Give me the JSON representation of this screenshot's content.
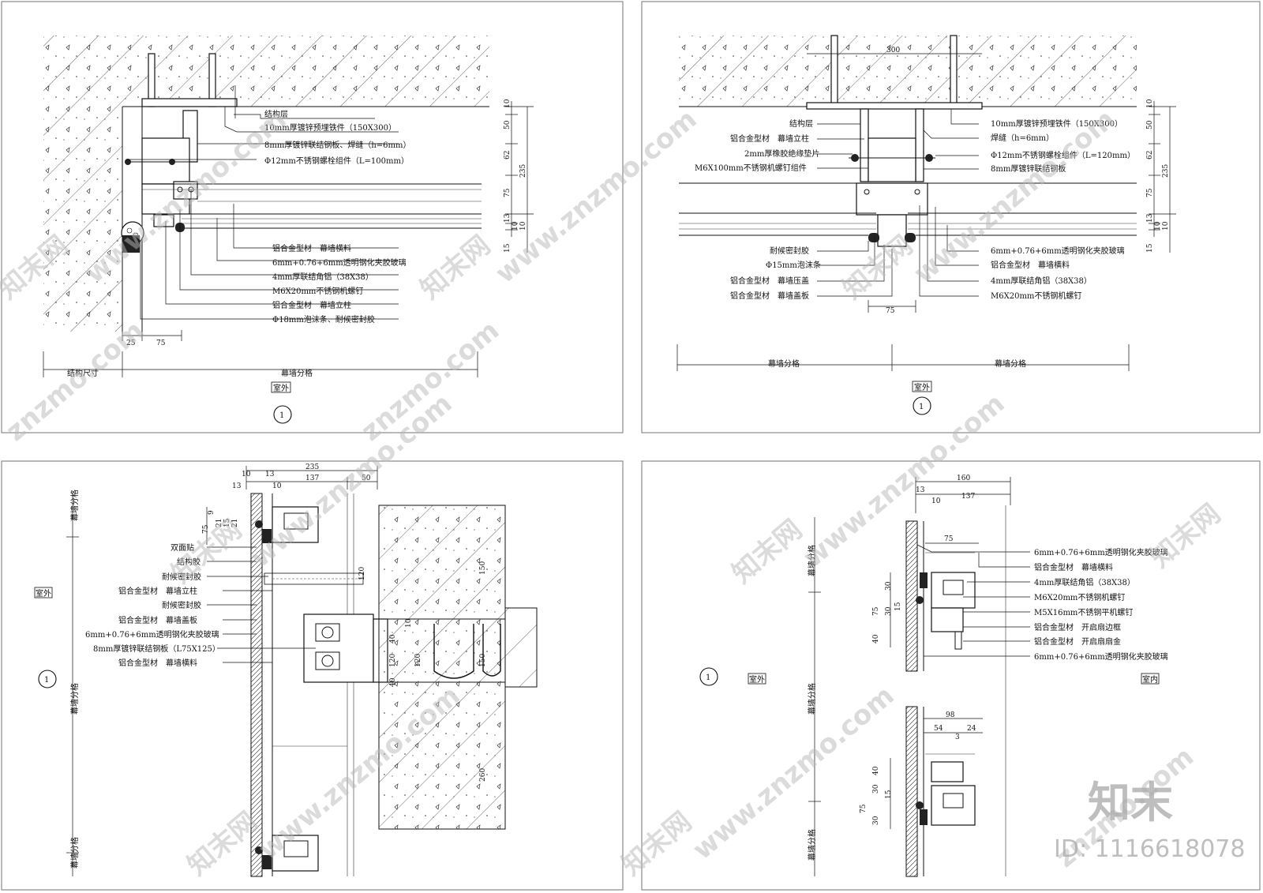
{
  "panel1": {
    "labels": [
      "结构层",
      "10mm厚镀锌预埋铁件（150X300）",
      "8mm厚镀锌联结钢板、焊缝（h=6mm）",
      "Φ12mm不锈钢螺栓组件（L=100mm）",
      "铝合金型材　幕墙横料",
      "6mm+0.76+6mm透明钢化夹胶玻璃",
      "4mm厚联结角铝（38X38）",
      "M6X20mm不锈钢机螺钉",
      "铝合金型材　幕墙立柱",
      "Φ18mm泡沫条、耐候密封胶"
    ],
    "dims_right": [
      "10",
      "50",
      "62",
      "235",
      "75",
      "13",
      "10",
      "10",
      "15"
    ],
    "dims_bottom": [
      "25",
      "75"
    ],
    "span_labels": [
      "结构尺寸",
      "幕墙分格"
    ],
    "side_label": "室外",
    "detail_no": "1"
  },
  "panel2": {
    "labels_left": [
      "结构层",
      "铝合金型材　幕墙立柱",
      "2mm厚橡胶绝缘垫片",
      "M6X100mm不锈钢机螺钉组件",
      "耐候密封胶",
      "Φ15mm泡沫条",
      "铝合金型材　幕墙压盖",
      "铝合金型材　幕墙盖板"
    ],
    "labels_right": [
      "10mm厚镀锌预埋铁件（150X300）",
      "焊缝（h=6mm）",
      "Φ12mm不锈钢螺栓组件（L=120mm）",
      "8mm厚镀锌联结钢板",
      "6mm+0.76+6mm透明钢化夹胶玻璃",
      "铝合金型材　幕墙横料",
      "4mm厚联结角铝（38X38）",
      "M6X20mm不锈钢机螺钉"
    ],
    "dim_top": "300",
    "dim_bottom": "75",
    "dims_right": [
      "10",
      "50",
      "62",
      "235",
      "75",
      "13",
      "10",
      "10",
      "15"
    ],
    "span_labels": [
      "幕墙分格",
      "幕墙分格"
    ],
    "side_label": "室外",
    "detail_no": "1"
  },
  "panel3": {
    "labels": [
      "双面贴",
      "结构胶",
      "耐候密封胶",
      "铝合金型材　幕墙立柱",
      "耐候密封胶",
      "铝合金型材　幕墙盖板",
      "6mm+0.76+6mm透明钢化夹胶玻璃",
      "8mm厚镀锌联结钢板（L75X125）",
      "铝合金型材　幕墙横料"
    ],
    "dims_top": [
      "235",
      "10",
      "13",
      "137",
      "50",
      "13",
      "10"
    ],
    "dims_side": [
      "75",
      "9",
      "21",
      "15",
      "21"
    ],
    "dims_mid": [
      "120",
      "10",
      "40",
      "120",
      "40",
      "120",
      "150",
      "150",
      "260"
    ],
    "span_labels": [
      "幕墙分格",
      "幕墙分格",
      "幕墙分格"
    ],
    "side_label": "室外",
    "detail_no": "1"
  },
  "panel4": {
    "labels": [
      "6mm+0.76+6mm透明钢化夹胶玻璃",
      "铝合金型材　幕墙横料",
      "4mm厚联结角铝（38X38）",
      "M6X20mm不锈钢机螺钉",
      "M5X16mm不锈钢平机螺钉",
      "铝合金型材　开启扇边框",
      "铝合金型材　开启扇扇金",
      "6mm+0.76+6mm透明钢化夹胶玻璃"
    ],
    "dims_top": [
      "160",
      "13",
      "137",
      "10",
      "75"
    ],
    "dims_side_upper": [
      "30",
      "75",
      "30",
      "15",
      "40"
    ],
    "dims_lower_top": [
      "98",
      "54",
      "24",
      "3"
    ],
    "dims_side_lower": [
      "40",
      "30",
      "75",
      "15",
      "30"
    ],
    "span_labels": [
      "幕墙分格",
      "幕墙分格",
      "幕墙分格"
    ],
    "side_label_out": "室外",
    "side_label_in": "室内",
    "detail_no": "1"
  },
  "watermark": {
    "site": "znzmo.com",
    "site_full": "www.znzmo.com",
    "brand": "知末网",
    "logo": "知末",
    "id_text": "ID: 1116618078"
  }
}
